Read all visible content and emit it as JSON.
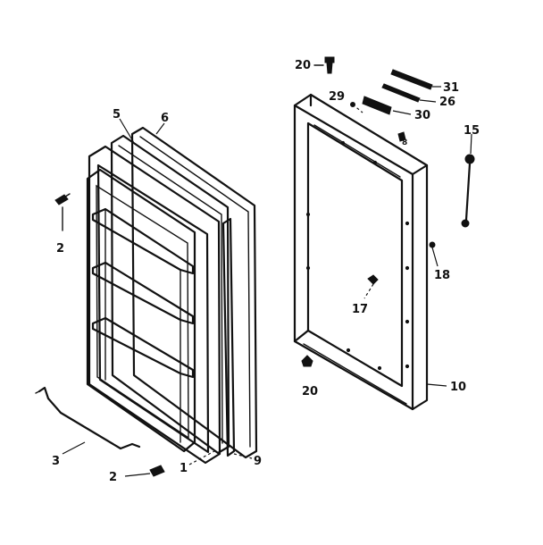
{
  "callouts": {
    "c1": "1",
    "c2a": "2",
    "c2b": "2",
    "c3": "3",
    "c5": "5",
    "c6": "6",
    "c9": "9",
    "c10": "10",
    "c15": "15",
    "c17": "17",
    "c18": "18",
    "c20a": "20",
    "c20b": "20",
    "c26": "26",
    "c29": "29",
    "c30": "30",
    "c31": "31",
    "c8": "8"
  }
}
